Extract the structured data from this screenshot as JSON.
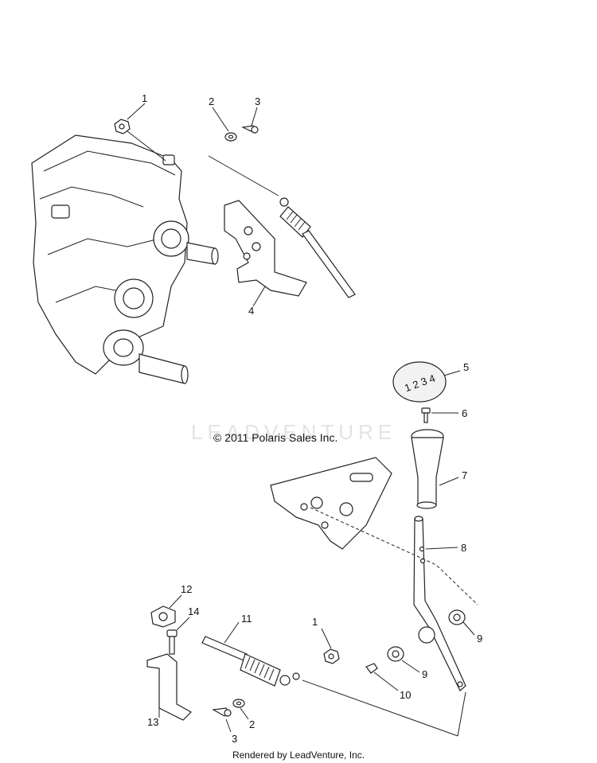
{
  "watermark_text": "LEADVENTURE",
  "copyright": "© 2011 Polaris Sales Inc.",
  "rendered_by": "Rendered by LeadVenture, Inc.",
  "callouts": [
    {
      "id": "c1a",
      "label": "1"
    },
    {
      "id": "c2a",
      "label": "2"
    },
    {
      "id": "c3a",
      "label": "3"
    },
    {
      "id": "c4",
      "label": "4"
    },
    {
      "id": "c5",
      "label": "5"
    },
    {
      "id": "c6",
      "label": "6"
    },
    {
      "id": "c7",
      "label": "7"
    },
    {
      "id": "c8",
      "label": "8"
    },
    {
      "id": "c9a",
      "label": "9"
    },
    {
      "id": "c12",
      "label": "12"
    },
    {
      "id": "c14",
      "label": "14"
    },
    {
      "id": "c11",
      "label": "11"
    },
    {
      "id": "c1b",
      "label": "1"
    },
    {
      "id": "c9b",
      "label": "9"
    },
    {
      "id": "c10",
      "label": "10"
    },
    {
      "id": "c13",
      "label": "13"
    },
    {
      "id": "c3b",
      "label": "3"
    },
    {
      "id": "c2b",
      "label": "2"
    }
  ],
  "knob_markings": "1 2 3 4"
}
